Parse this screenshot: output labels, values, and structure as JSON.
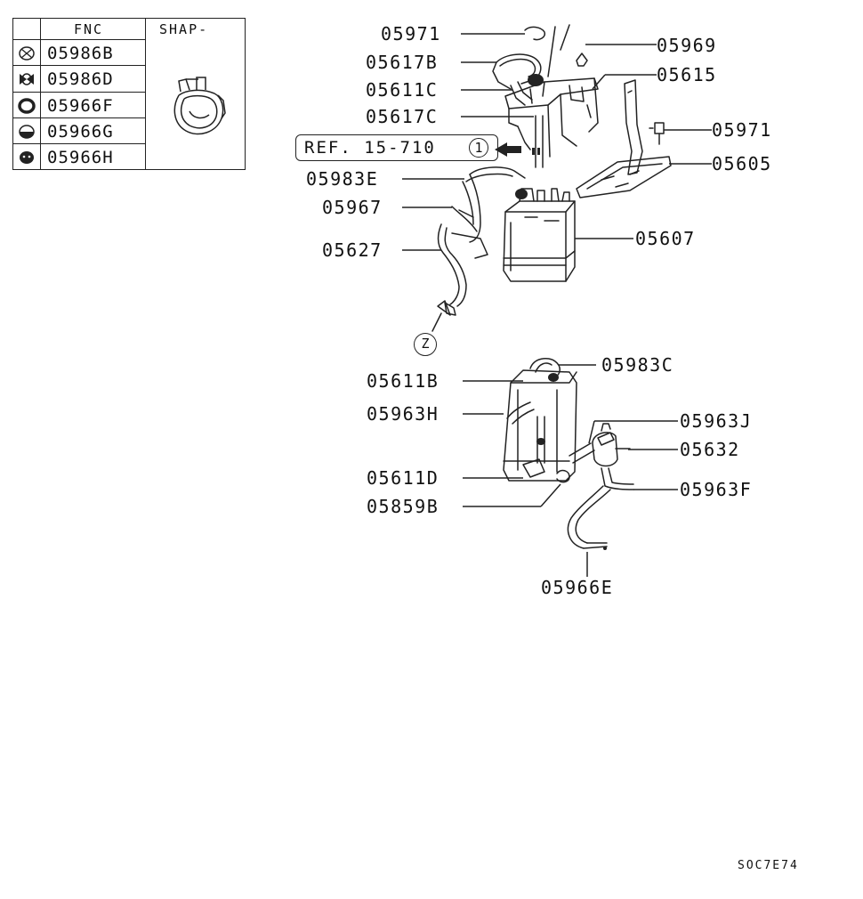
{
  "legend": {
    "header_code": "FNC",
    "header_shape": "SHAP-",
    "rows": [
      {
        "code": "05986B",
        "icon": "crossed-clamp-icon"
      },
      {
        "code": "05986D",
        "icon": "butterfly-clamp-icon"
      },
      {
        "code": "05966F",
        "icon": "ring-clamp-icon"
      },
      {
        "code": "05966G",
        "icon": "half-filled-clamp-icon"
      },
      {
        "code": "05966H",
        "icon": "filled-clamp-icon"
      }
    ],
    "shape_icon": "hose-clamp-icon"
  },
  "labels": {
    "l05971a": "05971",
    "l05617b": "05617B",
    "l05611c": "05611C",
    "l05617c": "05617C",
    "l05983e": "05983E",
    "l05967": "05967",
    "l05627": "05627",
    "l05969": "05969",
    "l05615": "05615",
    "l05971b": "05971",
    "l05605": "05605",
    "l05607": "05607",
    "l05611b": "05611B",
    "l05963h": "05963H",
    "l05611d": "05611D",
    "l05859b": "05859B",
    "l05983c": "05983C",
    "l05963j": "05963J",
    "l05632": "05632",
    "l05963f": "05963F",
    "l05966e": "05966E"
  },
  "reference": {
    "text": "REF. 15-710",
    "circle": "1"
  },
  "view_marker": "Z",
  "catalog_code": "SOC7E74"
}
